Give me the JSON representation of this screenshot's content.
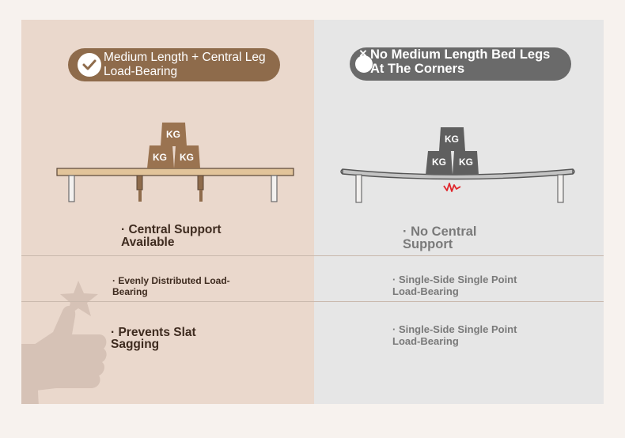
{
  "left": {
    "badge_text": "Medium Length + Central Leg Load-Bearing",
    "weights": [
      "KG",
      "KG",
      "KG"
    ],
    "features": [
      "· Central Support Available",
      "· Evenly Distributed Load-Bearing",
      "· Prevents Slat Sagging"
    ]
  },
  "right": {
    "badge_icon": "x-icon",
    "badge_text": "No Medium Length Bed Legs At The Corners",
    "weights": [
      "KG",
      "KG",
      "KG"
    ],
    "features": [
      "· No Central Support",
      "· Single-Side Single Point Load-Bearing",
      "· Single-Side Single Point Load-Bearing"
    ]
  },
  "colors": {
    "left_bg": "#ead8cc",
    "right_bg": "#e6e6e6",
    "left_accent": "#8e6b4b",
    "right_accent": "#6a6a6a",
    "stress": "#e0252b"
  }
}
